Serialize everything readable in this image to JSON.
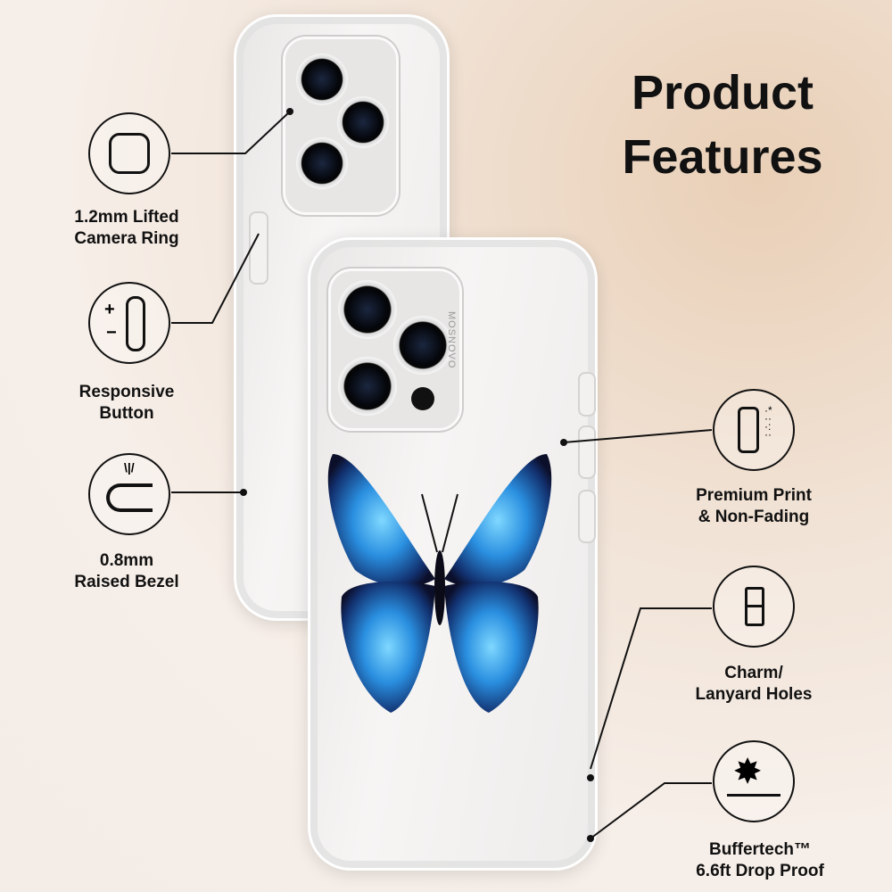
{
  "title": {
    "line1": "Product",
    "line2": "Features"
  },
  "brand_text": "MOSNOVO",
  "features_left": [
    {
      "icon": "camera-ring-icon",
      "label_line1": "1.2mm Lifted",
      "label_line2": "Camera Ring"
    },
    {
      "icon": "responsive-button-icon",
      "label_line1": "Responsive",
      "label_line2": "Button"
    },
    {
      "icon": "raised-bezel-icon",
      "label_line1": "0.8mm",
      "label_line2": "Raised Bezel"
    }
  ],
  "features_right": [
    {
      "icon": "print-phone-icon",
      "label_line1": "Premium Print",
      "label_line2": "& Non-Fading"
    },
    {
      "icon": "lanyard-holes-icon",
      "label_line1": "Charm/",
      "label_line2": "Lanyard Holes"
    },
    {
      "icon": "drop-proof-icon",
      "label_line1": "Buffertech™",
      "label_line2": "6.6ft Drop Proof"
    }
  ],
  "colors": {
    "butterfly": "#2a8fe0",
    "ink": "#111111"
  }
}
